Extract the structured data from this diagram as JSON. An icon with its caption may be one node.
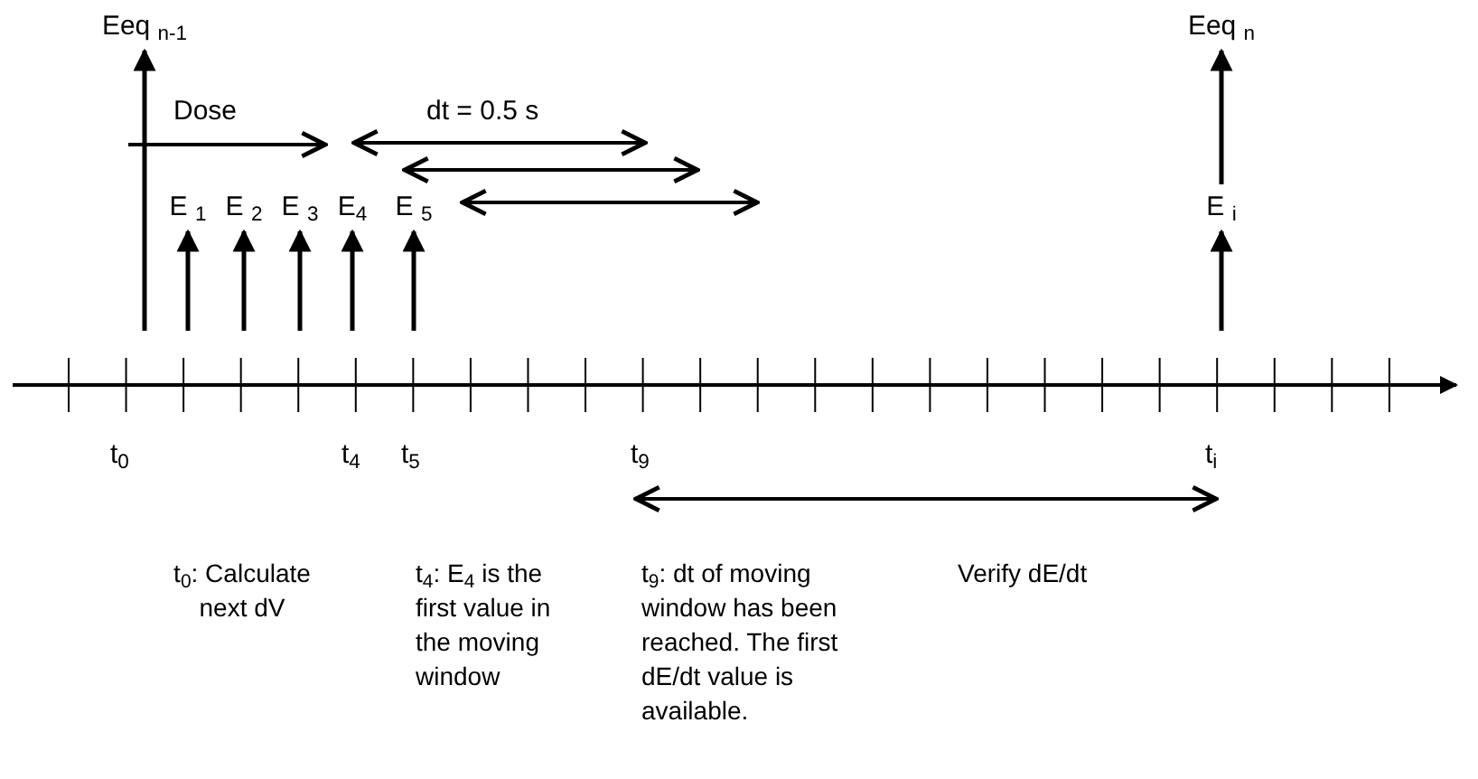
{
  "diagram": {
    "nodes": [
      {
        "text": [
          "Eeq $_{n-1}$"
        ]
      },
      {
        "text": [
          "E $_{1}$"
        ]
      },
      {
        "text": [
          "E $_{2}$"
        ]
      },
      {
        "text": [
          "E $_{3}$"
        ]
      },
      {
        "text": [
          "E$_{4}$"
        ]
      },
      {
        "text": [
          "E $_{5}$"
        ]
      },
      {
        "text": [
          "Eeq $_{n}$"
        ]
      },
      {
        "text": [
          "E $_{i}$"
        ]
      }
    ],
    "edges": [
      {
        "from": null,
        "to": 0,
        "arrow": "to"
      },
      {
        "from": null,
        "to": 1,
        "arrow": "to"
      },
      {
        "from": null,
        "to": 2,
        "arrow": "to"
      },
      {
        "from": null,
        "to": 3,
        "arrow": "to"
      },
      {
        "from": null,
        "to": 4,
        "arrow": "to"
      },
      {
        "from": null,
        "to": 5,
        "arrow": "to"
      },
      {
        "from": 7,
        "to": 6,
        "arrow": "to"
      },
      {
        "from": null,
        "to": 7,
        "arrow": "to"
      }
    ],
    "labels": [
      "Dose",
      "dt = 0.5 s",
      "t$_{0}$",
      "t$_{4}$",
      "t$_{5}$",
      "t$_{9}$",
      "t$_{i}$",
      "t$_{0}$: Calculate next dV",
      "t$_{4}$: E$_{4}$ is the first value in the moving window",
      "t$_{9}$: dt of moving window has been reached. The first dE/dt value is available.",
      "Verify dE/dt"
    ]
  }
}
